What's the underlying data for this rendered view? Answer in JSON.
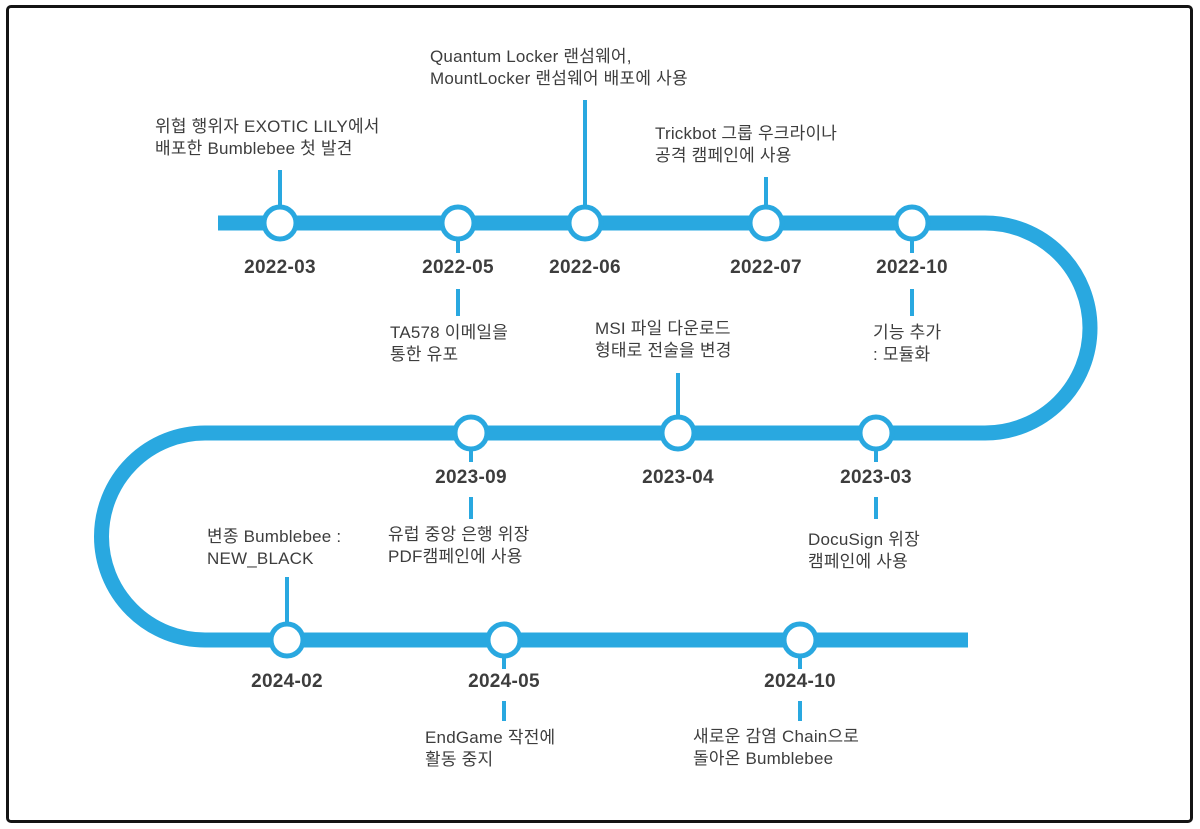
{
  "colors": {
    "timeline": "#29a8e0",
    "text": "#3d3d3d"
  },
  "events": [
    {
      "date": "2022-03",
      "label_position": "above",
      "label": "위협 행위자 EXOTIC LILY에서\n배포한 Bumblebee 첫 발견"
    },
    {
      "date": "2022-05",
      "label_position": "below",
      "label": "TA578 이메일을\n통한 유포"
    },
    {
      "date": "2022-06",
      "label_position": "above",
      "label": "Quantum Locker 랜섬웨어,\nMountLocker 랜섬웨어 배포에 사용"
    },
    {
      "date": "2022-07",
      "label_position": "above",
      "label": "Trickbot 그룹 우크라이나\n공격 캠페인에 사용"
    },
    {
      "date": "2022-10",
      "label_position": "below",
      "label": "기능 추가\n: 모듈화"
    },
    {
      "date": "2023-03",
      "label_position": "below",
      "label": "DocuSign 위장\n캠페인에 사용"
    },
    {
      "date": "2023-04",
      "label_position": "above",
      "label": "MSI 파일 다운로드\n형태로 전술을 변경"
    },
    {
      "date": "2023-09",
      "label_position": "below",
      "label": "유럽 중앙 은행 위장\nPDF캠페인에 사용"
    },
    {
      "date": "2024-02",
      "label_position": "above",
      "label": "변종 Bumblebee :\nNEW_BLACK"
    },
    {
      "date": "2024-05",
      "label_position": "below",
      "label": "EndGame 작전에\n활동 중지"
    },
    {
      "date": "2024-10",
      "label_position": "below",
      "label": "새로운 감염 Chain으로\n돌아온 Bumblebee"
    }
  ]
}
